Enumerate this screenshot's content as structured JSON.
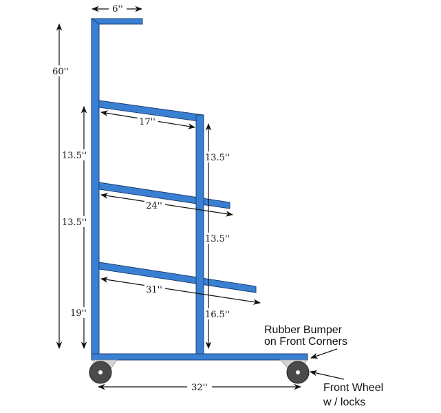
{
  "diagram": {
    "colors": {
      "frame": "#3a80d2",
      "wheel": "#4a4a4a",
      "bracket": "#d4d4d4"
    },
    "dimensions": {
      "top_arm": "6''",
      "overall_height": "60''",
      "rear_gap_1": "13.5''",
      "rear_gap_2": "13.5''",
      "rear_gap_3": "19''",
      "front_gap_1": "13.5''",
      "front_gap_2": "13.5''",
      "front_gap_3": "16.5''",
      "shelf_1": "17''",
      "shelf_2": "24''",
      "shelf_3": "31''",
      "base_length": "32''"
    },
    "notes": {
      "bumper_line1": "Rubber Bumper",
      "bumper_line2": "on Front Corners",
      "wheel_line1": "Front Wheel",
      "wheel_line2": "w / locks"
    }
  }
}
